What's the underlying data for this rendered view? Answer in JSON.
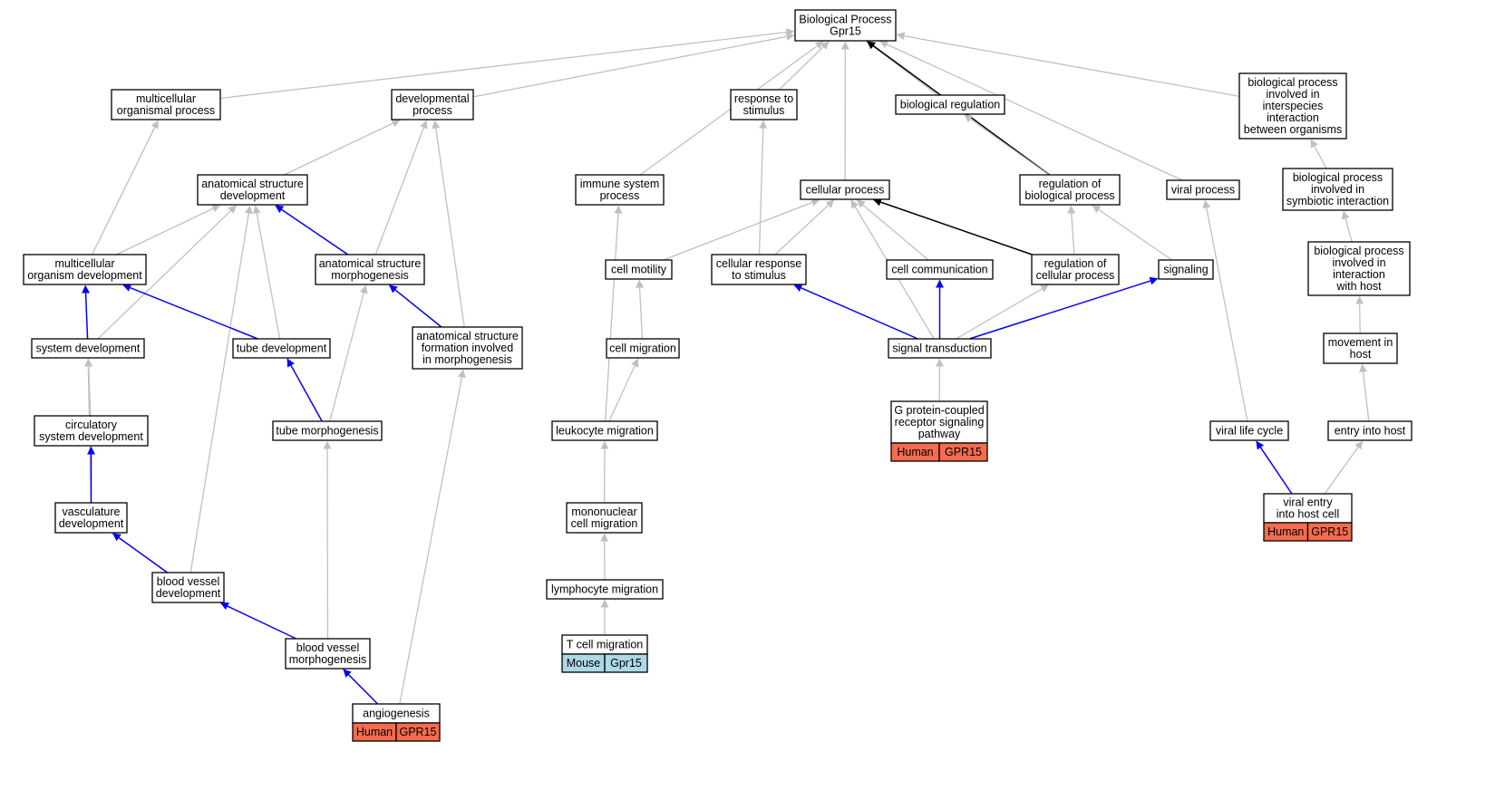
{
  "colors": {
    "edge_is_a": "#c0c0c0",
    "edge_positive": "#0000ff",
    "edge_regulates": "#000000",
    "human_annotation": "#f46b4d",
    "mouse_annotation": "#add8e6"
  },
  "nodes": {
    "bp": {
      "lines": [
        "Biological Process",
        "Gpr15"
      ]
    },
    "mop": {
      "lines": [
        "multicellular",
        "organismal process"
      ]
    },
    "devp": {
      "lines": [
        "developmental",
        "process"
      ]
    },
    "rts": {
      "lines": [
        "response to",
        "stimulus"
      ]
    },
    "breg": {
      "lines": [
        "biological regulation"
      ]
    },
    "bpint": {
      "lines": [
        "biological process",
        "involved in",
        "interspecies",
        "interaction",
        "between organisms"
      ]
    },
    "asd": {
      "lines": [
        "anatomical structure",
        "development"
      ]
    },
    "isp": {
      "lines": [
        "immune system",
        "process"
      ]
    },
    "cp": {
      "lines": [
        "cellular process"
      ]
    },
    "rbp": {
      "lines": [
        "regulation of",
        "biological process"
      ]
    },
    "vp": {
      "lines": [
        "viral process"
      ]
    },
    "bpsym": {
      "lines": [
        "biological process",
        "involved in",
        "symbiotic interaction"
      ]
    },
    "mod": {
      "lines": [
        "multicellular",
        "organism development"
      ]
    },
    "asm": {
      "lines": [
        "anatomical structure",
        "morphogenesis"
      ]
    },
    "cm": {
      "lines": [
        "cell motility"
      ]
    },
    "crs": {
      "lines": [
        "cellular response",
        "to stimulus"
      ]
    },
    "cc": {
      "lines": [
        "cell communication"
      ]
    },
    "rcp": {
      "lines": [
        "regulation of",
        "cellular process"
      ]
    },
    "sig": {
      "lines": [
        "signaling"
      ]
    },
    "bphost": {
      "lines": [
        "biological process",
        "involved in",
        "interaction",
        "with host"
      ]
    },
    "sd": {
      "lines": [
        "system development"
      ]
    },
    "td": {
      "lines": [
        "tube development"
      ]
    },
    "asf": {
      "lines": [
        "anatomical structure",
        "formation involved",
        "in morphogenesis"
      ]
    },
    "cmig": {
      "lines": [
        "cell migration"
      ]
    },
    "st": {
      "lines": [
        "signal transduction"
      ]
    },
    "mih": {
      "lines": [
        "movement in",
        "host"
      ]
    },
    "csd": {
      "lines": [
        "circulatory",
        "system development"
      ]
    },
    "tm": {
      "lines": [
        "tube morphogenesis"
      ]
    },
    "lm": {
      "lines": [
        "leukocyte migration"
      ]
    },
    "gpcr": {
      "lines": [
        "G protein-coupled",
        "receptor signaling",
        "pathway"
      ],
      "annotation": {
        "species": "Human",
        "gene": "GPR15"
      }
    },
    "vlc": {
      "lines": [
        "viral life cycle"
      ]
    },
    "eih": {
      "lines": [
        "entry into host"
      ]
    },
    "vd": {
      "lines": [
        "vasculature",
        "development"
      ]
    },
    "mcm": {
      "lines": [
        "mononuclear",
        "cell migration"
      ]
    },
    "ve": {
      "lines": [
        "viral entry",
        "into host cell"
      ],
      "annotation": {
        "species": "Human",
        "gene": "GPR15"
      }
    },
    "bvd": {
      "lines": [
        "blood vessel",
        "development"
      ]
    },
    "lym": {
      "lines": [
        "lymphocyte migration"
      ]
    },
    "tcm": {
      "lines": [
        "T cell migration"
      ],
      "annotation": {
        "species": "Mouse",
        "gene": "Gpr15"
      }
    },
    "bvm": {
      "lines": [
        "blood vessel",
        "morphogenesis"
      ]
    },
    "ang": {
      "lines": [
        "angiogenesis"
      ],
      "annotation": {
        "species": "Human",
        "gene": "GPR15"
      }
    }
  },
  "edges": [
    {
      "from": "mop",
      "to": "bp",
      "kind": "is_a"
    },
    {
      "from": "devp",
      "to": "bp",
      "kind": "is_a"
    },
    {
      "from": "rts",
      "to": "bp",
      "kind": "is_a"
    },
    {
      "from": "breg",
      "to": "bp",
      "kind": "is_a"
    },
    {
      "from": "bpint",
      "to": "bp",
      "kind": "is_a"
    },
    {
      "from": "isp",
      "to": "bp",
      "kind": "is_a"
    },
    {
      "from": "cp",
      "to": "bp",
      "kind": "is_a"
    },
    {
      "from": "rbp",
      "to": "bp",
      "kind": "regulates"
    },
    {
      "from": "vp",
      "to": "bp",
      "kind": "is_a"
    },
    {
      "from": "mod",
      "to": "mop",
      "kind": "is_a"
    },
    {
      "from": "asd",
      "to": "devp",
      "kind": "is_a"
    },
    {
      "from": "asm",
      "to": "devp",
      "kind": "is_a"
    },
    {
      "from": "asf",
      "to": "devp",
      "kind": "is_a"
    },
    {
      "from": "crs",
      "to": "rts",
      "kind": "is_a"
    },
    {
      "from": "rbp",
      "to": "breg",
      "kind": "is_a"
    },
    {
      "from": "bpsym",
      "to": "bpint",
      "kind": "is_a"
    },
    {
      "from": "bphost",
      "to": "bpsym",
      "kind": "is_a"
    },
    {
      "from": "mih",
      "to": "bphost",
      "kind": "is_a"
    },
    {
      "from": "eih",
      "to": "mih",
      "kind": "is_a"
    },
    {
      "from": "mod",
      "to": "asd",
      "kind": "is_a"
    },
    {
      "from": "asm",
      "to": "asd",
      "kind": "part_of"
    },
    {
      "from": "sd",
      "to": "asd",
      "kind": "is_a"
    },
    {
      "from": "td",
      "to": "asd",
      "kind": "is_a"
    },
    {
      "from": "bvd",
      "to": "asd",
      "kind": "is_a"
    },
    {
      "from": "sd",
      "to": "mod",
      "kind": "part_of"
    },
    {
      "from": "td",
      "to": "mod",
      "kind": "part_of"
    },
    {
      "from": "asf",
      "to": "asm",
      "kind": "part_of"
    },
    {
      "from": "tm",
      "to": "asm",
      "kind": "is_a"
    },
    {
      "from": "tm",
      "to": "td",
      "kind": "part_of"
    },
    {
      "from": "csd",
      "to": "sd",
      "kind": "is_a"
    },
    {
      "from": "vd",
      "to": "sd",
      "kind": "is_a"
    },
    {
      "from": "vd",
      "to": "csd",
      "kind": "part_of"
    },
    {
      "from": "bvd",
      "to": "vd",
      "kind": "part_of"
    },
    {
      "from": "bvm",
      "to": "bvd",
      "kind": "part_of"
    },
    {
      "from": "bvm",
      "to": "tm",
      "kind": "is_a"
    },
    {
      "from": "ang",
      "to": "bvm",
      "kind": "part_of"
    },
    {
      "from": "ang",
      "to": "asf",
      "kind": "is_a"
    },
    {
      "from": "lm",
      "to": "isp",
      "kind": "is_a"
    },
    {
      "from": "cm",
      "to": "cp",
      "kind": "is_a"
    },
    {
      "from": "crs",
      "to": "cp",
      "kind": "is_a"
    },
    {
      "from": "cc",
      "to": "cp",
      "kind": "is_a"
    },
    {
      "from": "st",
      "to": "cp",
      "kind": "is_a"
    },
    {
      "from": "rcp",
      "to": "cp",
      "kind": "regulates"
    },
    {
      "from": "rcp",
      "to": "rbp",
      "kind": "is_a"
    },
    {
      "from": "sig",
      "to": "rbp",
      "kind": "is_a"
    },
    {
      "from": "cmig",
      "to": "cm",
      "kind": "is_a"
    },
    {
      "from": "lm",
      "to": "cmig",
      "kind": "is_a"
    },
    {
      "from": "st",
      "to": "crs",
      "kind": "part_of"
    },
    {
      "from": "st",
      "to": "cc",
      "kind": "part_of"
    },
    {
      "from": "st",
      "to": "rcp",
      "kind": "is_a"
    },
    {
      "from": "st",
      "to": "sig",
      "kind": "part_of"
    },
    {
      "from": "gpcr",
      "to": "st",
      "kind": "is_a"
    },
    {
      "from": "mcm",
      "to": "lm",
      "kind": "is_a"
    },
    {
      "from": "lym",
      "to": "mcm",
      "kind": "is_a"
    },
    {
      "from": "tcm",
      "to": "lym",
      "kind": "is_a"
    },
    {
      "from": "vlc",
      "to": "vp",
      "kind": "is_a"
    },
    {
      "from": "ve",
      "to": "vlc",
      "kind": "part_of"
    },
    {
      "from": "ve",
      "to": "eih",
      "kind": "is_a"
    }
  ]
}
